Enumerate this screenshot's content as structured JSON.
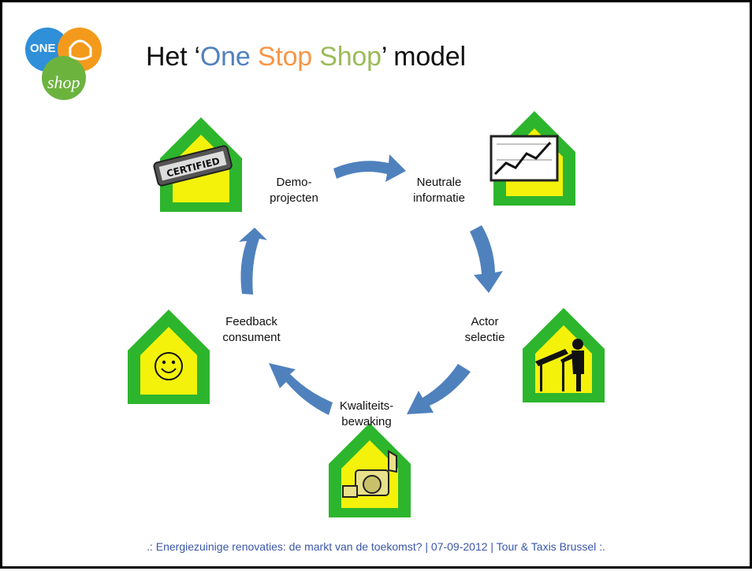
{
  "title": {
    "prefix": "Het ‘",
    "word1": "One",
    "word2": "Stop",
    "word3": "Shop",
    "suffix": "’ model",
    "colors": {
      "one": "#4f81bd",
      "stop": "#f79646",
      "shop": "#9bbb59",
      "text": "#111111"
    }
  },
  "logo": {
    "one_text": "ONE",
    "shop_text": "shop",
    "colors": {
      "blue": "#2f8fd8",
      "orange": "#f39a1c",
      "green": "#6cb33e"
    }
  },
  "cycle": {
    "steps": [
      {
        "line1": "Demo-",
        "line2": "projecten",
        "icon": "certified-stamp-icon"
      },
      {
        "line1": "Neutrale",
        "line2": "informatie",
        "icon": "chart-board-icon"
      },
      {
        "line1": "Actor",
        "line2": "selectie",
        "icon": "architect-drafting-icon"
      },
      {
        "line1": "Kwaliteits-",
        "line2": "bewaking",
        "icon": "camera-icon"
      },
      {
        "line1": "Feedback",
        "line2": "consument",
        "icon": "smiley-icon"
      }
    ],
    "arrow_color": "#4f81bd",
    "house_colors": {
      "outer": "#2db52d",
      "inner": "#f4f20a"
    }
  },
  "footer": {
    "text": ".: Energiezuinige renovaties: de markt van de toekomst? | 07-09-2012 | Tour & Taxis Brussel :."
  }
}
